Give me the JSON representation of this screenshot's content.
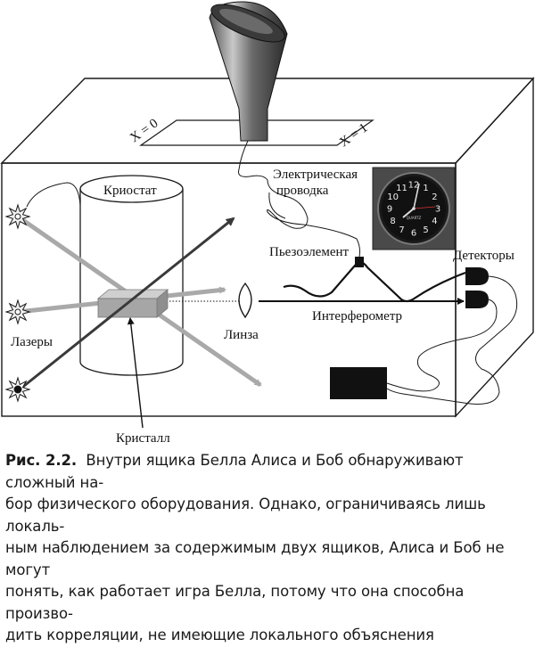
{
  "diagram": {
    "labels": {
      "x0": "X = 0",
      "x1": "X = 1",
      "wiring": [
        "Электрическая",
        "проводка"
      ],
      "cryostat": "Криостат",
      "piezo": "Пьезоэлемент",
      "detectors": "Детекторы",
      "lasers": "Лазеры",
      "lens": "Линза",
      "interferometer": "Интерферометр",
      "crystal": "Кристалл"
    },
    "clock": {
      "brand": "QUARTZ",
      "numerals": [
        "12",
        "1",
        "2",
        "3",
        "4",
        "5",
        "6",
        "7",
        "8",
        "9",
        "10",
        "11"
      ]
    }
  },
  "caption": {
    "label": "Рис. 2.2.",
    "lines": [
      "Внутри ящика Белла Алиса и Боб обнаруживают сложный на-",
      "бор физического оборудования. Однако, ограничиваясь лишь локаль-",
      "ным наблюдением за содержимым двух ящиков, Алиса и Боб не могут",
      "понять, как работает игра Белла, потому что она способна произво-",
      "дить корреляции, не имеющие локального объяснения"
    ]
  },
  "colors": {
    "ink": "#1a1a1a",
    "beam_gray": "#a9a9a9",
    "crystal": "#a6a6a6",
    "lever_dark": "#3a3a3a"
  }
}
